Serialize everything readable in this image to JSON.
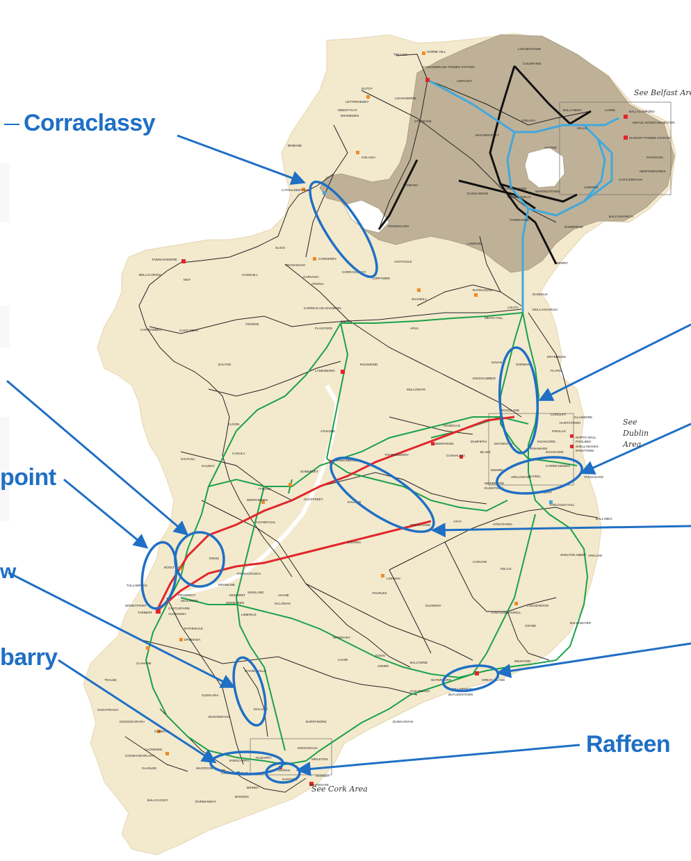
{
  "callouts": {
    "corraclassy": "Corraclassy",
    "point": "point",
    "w": "w",
    "barry": "barry",
    "raffeen": "Raffeen"
  },
  "map_refs": {
    "belfast": "See Belfast Are",
    "dublin_1": "See",
    "dublin_2": "Dublin",
    "dublin_3": "Area",
    "cork": "See Cork Area"
  },
  "colors": {
    "land": "#f3e9cd",
    "northern_ireland": "#bfb197",
    "callout_blue": "#1f6fc4",
    "line_green": "#1aa14a",
    "line_red": "#e0262b",
    "line_cyan": "#41a8dc",
    "line_black": "#222222"
  },
  "stations": [
    {
      "name": "TRILLICK"
    },
    {
      "name": "SORNE HILL"
    },
    {
      "name": "COOLKEERAGH POWER STATION"
    },
    {
      "name": "LOGUESTOWN"
    },
    {
      "name": "COLERAINE"
    },
    {
      "name": "LIMAVADY"
    },
    {
      "name": "KILTOY"
    },
    {
      "name": "LETTERKENNY"
    },
    {
      "name": "LISAGHMORE"
    },
    {
      "name": "MEENTYCAT"
    },
    {
      "name": "DRUMKEEN"
    },
    {
      "name": "STRABANE"
    },
    {
      "name": "BALLYMENA"
    },
    {
      "name": "LARNE"
    },
    {
      "name": "BALLYLUMFORD"
    },
    {
      "name": "MOYLE INTERCONNECTOR"
    },
    {
      "name": "KELLS"
    },
    {
      "name": "KILROOT POWER STATION"
    },
    {
      "name": "CREAGH"
    },
    {
      "name": "MAGHERAFELT"
    },
    {
      "name": "ANTRIM"
    },
    {
      "name": "RATHGAEL"
    },
    {
      "name": "NEWTOWNARDS"
    },
    {
      "name": "BINBANE"
    },
    {
      "name": "GOLAGH"
    },
    {
      "name": "OMAGH"
    },
    {
      "name": "DUNGANNON"
    },
    {
      "name": "WARINGSTOWN"
    },
    {
      "name": "DRUMNAKELLY"
    },
    {
      "name": "LISBURN"
    },
    {
      "name": "CASTLEREAGH"
    },
    {
      "name": "TAMNAMORE"
    },
    {
      "name": "CATHALEEN'S FALL"
    },
    {
      "name": "ENNISKILLEN"
    },
    {
      "name": "TANDRAGEE"
    },
    {
      "name": "BANBRIDGE"
    },
    {
      "name": "BALLYNAHINCH"
    },
    {
      "name": "SLIGO"
    },
    {
      "name": "CORDERRY"
    },
    {
      "name": "SRANANAGH"
    },
    {
      "name": "GARVAGH"
    },
    {
      "name": "ARIGNA"
    },
    {
      "name": "CORRACLASSY"
    },
    {
      "name": "AGHYOULE"
    },
    {
      "name": "GORTAWEE"
    },
    {
      "name": "LISDRUM"
    },
    {
      "name": "NEWRY"
    },
    {
      "name": "TAWNAGHMORE"
    },
    {
      "name": "BELLACORICK"
    },
    {
      "name": "MOY"
    },
    {
      "name": "CUNGHILL"
    },
    {
      "name": "RATRUSSAN"
    },
    {
      "name": "SHANKILL"
    },
    {
      "name": "CARRICK-ON-SHANNON"
    },
    {
      "name": "LOUTH"
    },
    {
      "name": "DUNDALK"
    },
    {
      "name": "MULLAGHARLIN"
    },
    {
      "name": "CARROWBEG"
    },
    {
      "name": "CASTLEBAR"
    },
    {
      "name": "TONROE"
    },
    {
      "name": "FLAGFORD"
    },
    {
      "name": "GILRA"
    },
    {
      "name": "ARVA"
    },
    {
      "name": "MEATH HILL"
    },
    {
      "name": "DALTON"
    },
    {
      "name": "LANESBORO"
    },
    {
      "name": "RICHMOND"
    },
    {
      "name": "NAVAN"
    },
    {
      "name": "GORMAN"
    },
    {
      "name": "DRYBRIDGE"
    },
    {
      "name": "PLATIN"
    },
    {
      "name": "KNOCKUMBER"
    },
    {
      "name": "MULLINGAR"
    },
    {
      "name": "WOODLAND"
    },
    {
      "name": "CORDUFF"
    },
    {
      "name": "GLASMORE"
    },
    {
      "name": "HUNTSTOWN"
    },
    {
      "name": "FINGLAS"
    },
    {
      "name": "NORTH WALL"
    },
    {
      "name": "POOLBEG"
    },
    {
      "name": "SHELLYBANKS"
    },
    {
      "name": "IRISHTOWN"
    },
    {
      "name": "CLOON"
    },
    {
      "name": "ATHLONE"
    },
    {
      "name": "KINNEGAD"
    },
    {
      "name": "DUNFIRTH"
    },
    {
      "name": "MAYNOOTH"
    },
    {
      "name": "DERRYIRON"
    },
    {
      "name": "RINAWADE"
    },
    {
      "name": "INCHICORE"
    },
    {
      "name": "SALTHILL"
    },
    {
      "name": "GALWAY"
    },
    {
      "name": "CASHLA"
    },
    {
      "name": "SOMERSET"
    },
    {
      "name": "SHANNONBRIDGE"
    },
    {
      "name": "THORNSBERRY"
    },
    {
      "name": "CUSHALING"
    },
    {
      "name": "BLAKE"
    },
    {
      "name": "MONREAD"
    },
    {
      "name": "NEWBRIDGE"
    },
    {
      "name": "DUNSTOWN"
    },
    {
      "name": "CARRICKMINES"
    },
    {
      "name": "KILTEEL"
    },
    {
      "name": "ARKLOW RD"
    },
    {
      "name": "BRAY"
    },
    {
      "name": "TASSAGARD"
    },
    {
      "name": "TYNAGH"
    },
    {
      "name": "OLDSTREET"
    },
    {
      "name": "DERRYBRIEN"
    },
    {
      "name": "AGANNYGAL"
    },
    {
      "name": "DALLOW"
    },
    {
      "name": "PORTLAOISE"
    },
    {
      "name": "ATHY"
    },
    {
      "name": "STRATFORD"
    },
    {
      "name": "TURLOUGH HILL"
    },
    {
      "name": "BALLYBEG"
    },
    {
      "name": "INCHICORE"
    },
    {
      "name": "ENNIS"
    },
    {
      "name": "BOOLTIAGH"
    },
    {
      "name": "IKERRIN"
    },
    {
      "name": "CARLOW"
    },
    {
      "name": "KELLIS"
    },
    {
      "name": "SHELTON ABBEY"
    },
    {
      "name": "ARKLOW"
    },
    {
      "name": "ARDNACRUSHA"
    },
    {
      "name": "DRUMLINE"
    },
    {
      "name": "LISHEEN"
    },
    {
      "name": "TULLABRACK"
    },
    {
      "name": "PROSPECT"
    },
    {
      "name": "SEALROCK"
    },
    {
      "name": "MONEYPOINT"
    },
    {
      "name": "SINGLAND"
    },
    {
      "name": "MUNGRET"
    },
    {
      "name": "AHANE"
    },
    {
      "name": "THURLES"
    },
    {
      "name": "TARBERT"
    },
    {
      "name": "CASTLEFARM"
    },
    {
      "name": "AUGHINISH"
    },
    {
      "name": "MONETEEN"
    },
    {
      "name": "KILLONAN"
    },
    {
      "name": "LIMERICK"
    },
    {
      "name": "KILKENNY"
    },
    {
      "name": "LODGEWOOD"
    },
    {
      "name": "CASTLEDOCKRELL"
    },
    {
      "name": "RATHKEALE"
    },
    {
      "name": "BALLYWATER"
    },
    {
      "name": "CRANE"
    },
    {
      "name": "DROMADA"
    },
    {
      "name": "TIPPERARY"
    },
    {
      "name": "CLAHANE"
    },
    {
      "name": "CAHIR"
    },
    {
      "name": "DOON"
    },
    {
      "name": "ANNER"
    },
    {
      "name": "BALLYDINE"
    },
    {
      "name": "WEXFORD"
    },
    {
      "name": "CHARLEVILLE"
    },
    {
      "name": "TRALEE"
    },
    {
      "name": "GLENLARA"
    },
    {
      "name": "WATERFORD"
    },
    {
      "name": "GREAT ISLAND"
    },
    {
      "name": "CULLENAGH"
    },
    {
      "name": "KILLOTERAN"
    },
    {
      "name": "BUTLERSTOWN"
    },
    {
      "name": "MALLOW"
    },
    {
      "name": "OUGHTRAGH"
    },
    {
      "name": "BOGGERAGH"
    },
    {
      "name": "BARRYMORE"
    },
    {
      "name": "DUNGARVAN"
    },
    {
      "name": "KNOCKEARAGH"
    },
    {
      "name": "GARROW"
    },
    {
      "name": "CLONKEEN"
    },
    {
      "name": "COOMAGEARLAHY"
    },
    {
      "name": "GLANLEE"
    },
    {
      "name": "MACROOM"
    },
    {
      "name": "INNISCARRA"
    },
    {
      "name": "CARRIGADROHID"
    },
    {
      "name": "KILBARRY"
    },
    {
      "name": "KNOCKRAHA"
    },
    {
      "name": "MIDLETON"
    },
    {
      "name": "AGHADA"
    },
    {
      "name": "MARINA"
    },
    {
      "name": "RAFFEEN"
    },
    {
      "name": "WHITEGATE"
    },
    {
      "name": "BRINNY"
    },
    {
      "name": "BANDON"
    },
    {
      "name": "DUNMANWAY"
    },
    {
      "name": "BALLYLICKEY"
    }
  ]
}
